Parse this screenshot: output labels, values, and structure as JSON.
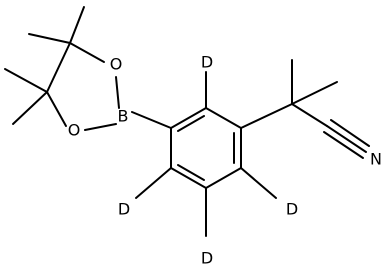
{
  "molecule": {
    "atoms": {
      "B": "B",
      "O_top": "O",
      "O_bottom": "O",
      "N": "N",
      "D_top": "D",
      "D_left": "D",
      "D_right": "D",
      "D_bottom": "D"
    }
  }
}
